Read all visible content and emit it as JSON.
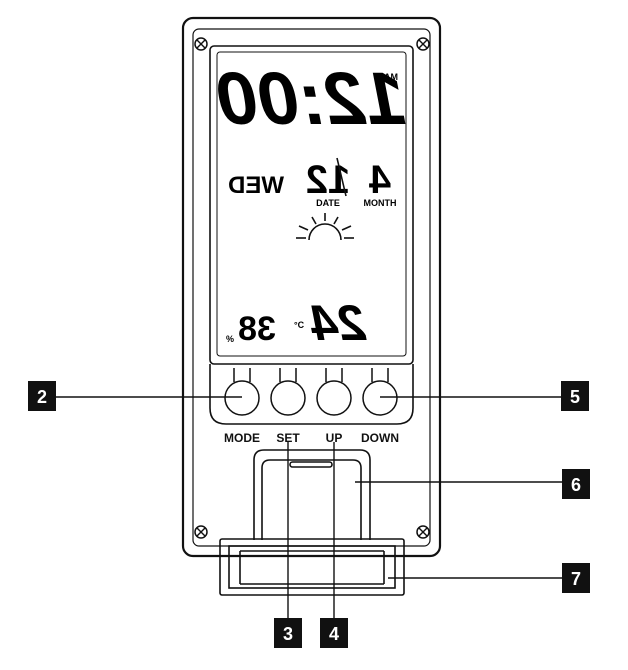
{
  "display": {
    "time": "12:00",
    "am_indicator": "AM",
    "day": "WED",
    "month_value": "4",
    "date_value": "12",
    "month_label": "MONTH",
    "date_label": "DATE",
    "weather_icon": "sun-partly-icon",
    "temperature": "24",
    "temp_unit": "°C",
    "humidity": "38",
    "humidity_unit": "%"
  },
  "buttons": [
    {
      "label": "MODE"
    },
    {
      "label": "SET"
    },
    {
      "label": "UP"
    },
    {
      "label": "DOWN"
    }
  ],
  "callouts": {
    "c2": "2",
    "c3": "3",
    "c4": "4",
    "c5": "5",
    "c6": "6",
    "c7": "7"
  }
}
